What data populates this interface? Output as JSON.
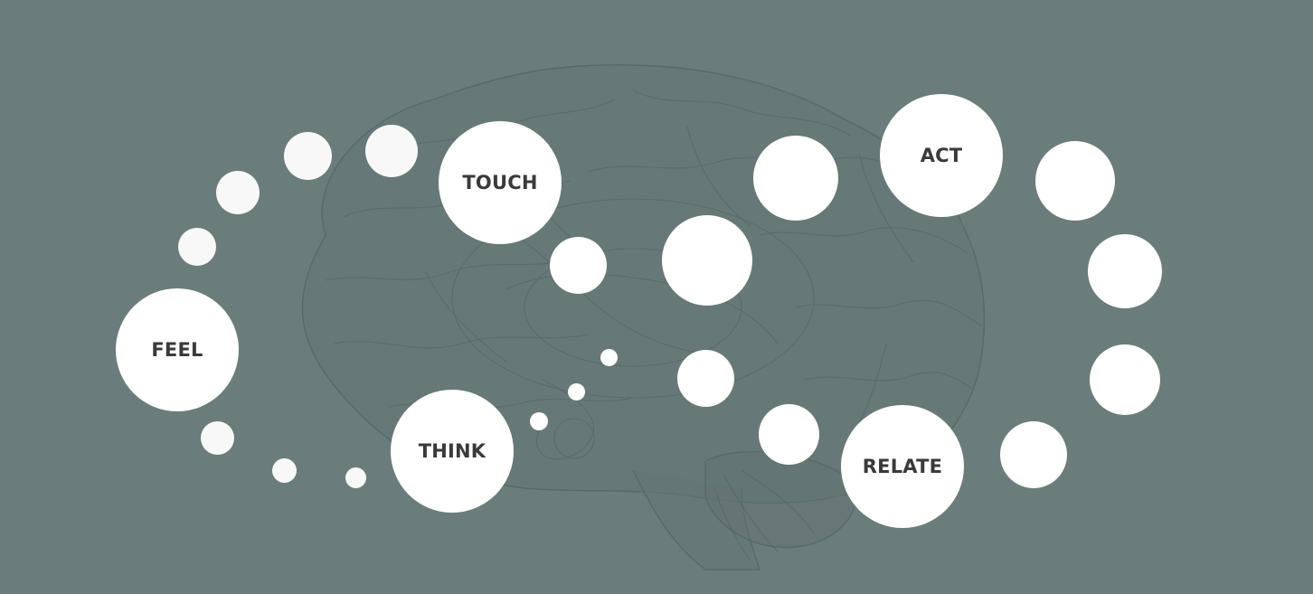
{
  "background_color": "#6b7d7b",
  "bubble_color": "#ffffff",
  "label_color": "#3a3a3a",
  "decoration": {
    "icon": "brain-illustration"
  },
  "labels": {
    "touch": "TOUCH",
    "act": "ACT",
    "feel": "FEEL",
    "think": "THINK",
    "relate": "RELATE"
  }
}
